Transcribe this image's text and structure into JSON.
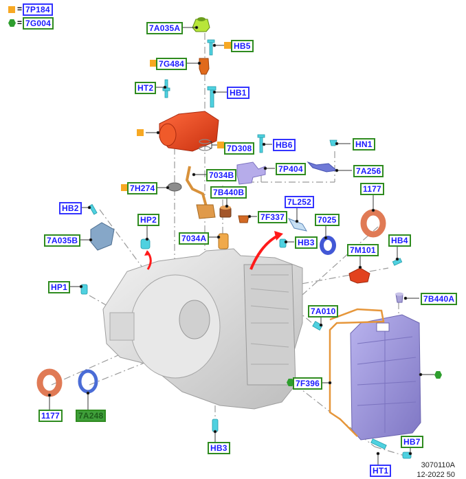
{
  "legend": [
    {
      "symbol": "square",
      "color": "#f7a823",
      "equals": "=",
      "code": "7P184"
    },
    {
      "symbol": "hexagon",
      "color": "#2e9e2e",
      "equals": "=",
      "code": "7G004"
    }
  ],
  "callouts": [
    {
      "id": "7A035A",
      "style": "green"
    },
    {
      "id": "HB5",
      "style": "green",
      "marker": "square"
    },
    {
      "id": "7G484",
      "style": "green",
      "marker": "square"
    },
    {
      "id": "HT2",
      "style": "green"
    },
    {
      "id": "HB1",
      "style": "blue"
    },
    {
      "id": "7D308",
      "style": "green",
      "marker": "square"
    },
    {
      "id": "HB6",
      "style": "blue"
    },
    {
      "id": "HN1",
      "style": "green"
    },
    {
      "id": "7034B",
      "style": "green"
    },
    {
      "id": "7P404",
      "style": "green"
    },
    {
      "id": "7A256",
      "style": "green"
    },
    {
      "id": "7H274",
      "style": "green",
      "marker": "square"
    },
    {
      "id": "7B440B",
      "style": "green"
    },
    {
      "id": "1177",
      "style": "green"
    },
    {
      "id": "HB2",
      "style": "blue"
    },
    {
      "id": "7L252",
      "style": "blue"
    },
    {
      "id": "HP2",
      "style": "green"
    },
    {
      "id": "7F337",
      "style": "green"
    },
    {
      "id": "7025",
      "style": "green"
    },
    {
      "id": "7A035B",
      "style": "green"
    },
    {
      "id": "7034A",
      "style": "green"
    },
    {
      "id": "HB3",
      "style": "green"
    },
    {
      "id": "HB4",
      "style": "green"
    },
    {
      "id": "7M101",
      "style": "green"
    },
    {
      "id": "HP1",
      "style": "green"
    },
    {
      "id": "7B440A",
      "style": "green"
    },
    {
      "id": "7A010",
      "style": "green"
    },
    {
      "id": "7F396",
      "style": "green",
      "marker": "hexagon"
    },
    {
      "id": "1177",
      "style": "green"
    },
    {
      "id": "7A248",
      "style": "filled"
    },
    {
      "id": "HB3",
      "style": "green"
    },
    {
      "id": "HB7",
      "style": "green"
    },
    {
      "id": "HT1",
      "style": "blue"
    }
  ],
  "unlabeled_markers": [
    {
      "part": "compressor-pump",
      "marker": "square"
    },
    {
      "part": "oil-pan",
      "marker": "hexagon"
    }
  ],
  "footer": {
    "figure_number": "3070110A",
    "date_code": "12-2022 50"
  },
  "colors": {
    "label_border_green": "#2e8b1f",
    "label_border_blue": "#3333ff",
    "label_text": "#1a1aff",
    "marker_square": "#f7a823",
    "marker_hex": "#2e9e2e",
    "housing": "#d9d9d9",
    "oil_pan": "#9c95d6",
    "pump": "#e8401c",
    "seal": "#e07a55",
    "bolt": "#4fd1e0",
    "arrow": "#ff1a1a"
  }
}
